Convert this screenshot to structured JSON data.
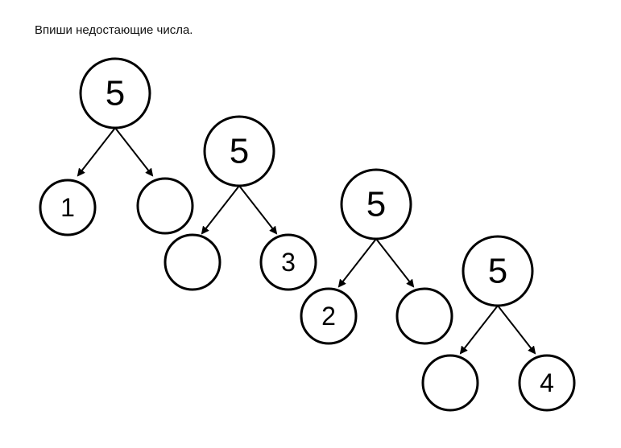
{
  "instruction": "Впиши недостающие числа.",
  "trees": [
    {
      "top": "5",
      "left": "1",
      "right": ""
    },
    {
      "top": "5",
      "left": "",
      "right": "3"
    },
    {
      "top": "5",
      "left": "2",
      "right": ""
    },
    {
      "top": "5",
      "left": "",
      "right": "4"
    }
  ],
  "colors": {
    "stroke": "#000000",
    "background": "#ffffff"
  }
}
